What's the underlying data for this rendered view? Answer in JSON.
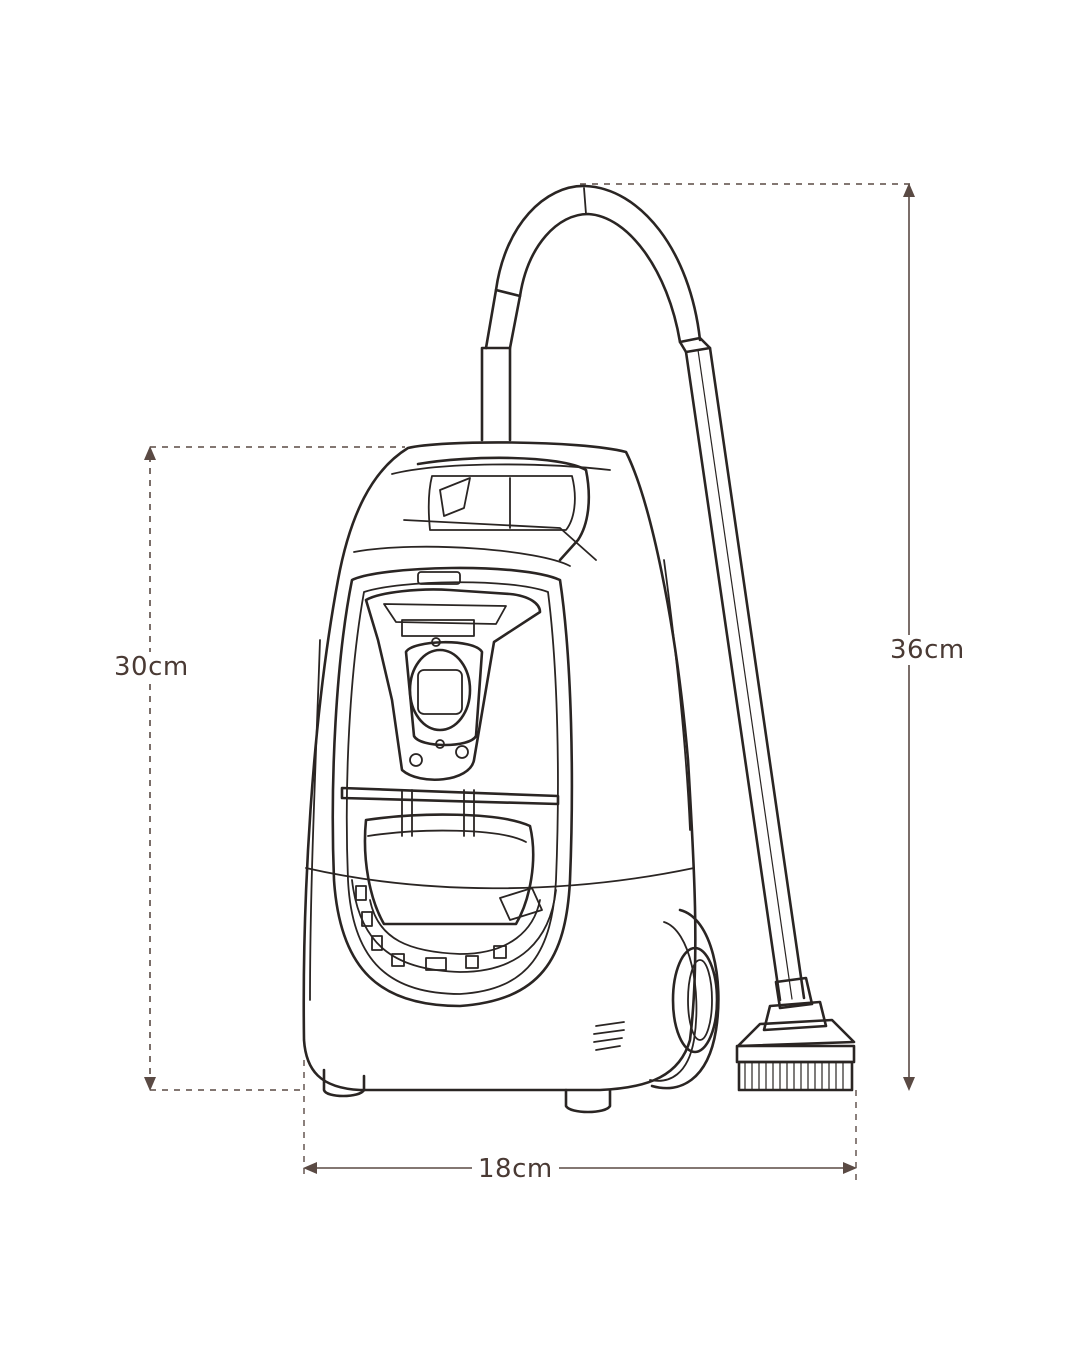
{
  "diagram": {
    "dimensions": {
      "body_height": "30cm",
      "total_height": "36cm",
      "width": "18cm"
    },
    "colors": {
      "line": "#2a2523",
      "dimension": "#5a4a44",
      "label": "#4a3a34",
      "background": "#ffffff"
    }
  }
}
